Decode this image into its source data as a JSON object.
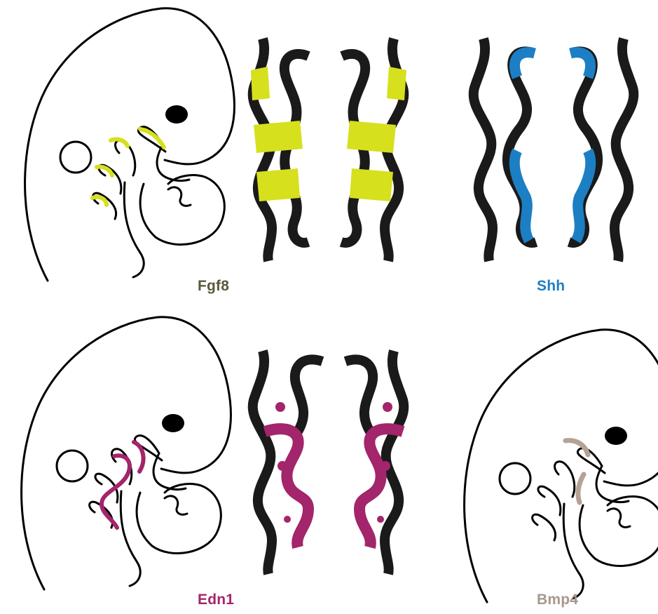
{
  "panels": [
    {
      "gene": "Fgf8",
      "color": "#d6e01c",
      "label_color": "#5a5a3a"
    },
    {
      "gene": "Shh",
      "color": "#1c7fc4",
      "label_color": "#1c7fc4"
    },
    {
      "gene": "Edn1",
      "color": "#a3256b",
      "label_color": "#a3256b"
    },
    {
      "gene": "Bmp4",
      "color": "#b5a294",
      "label_color": "#a8978a"
    }
  ],
  "outline_color": "#000000",
  "arch_color": "#1a1a1a"
}
